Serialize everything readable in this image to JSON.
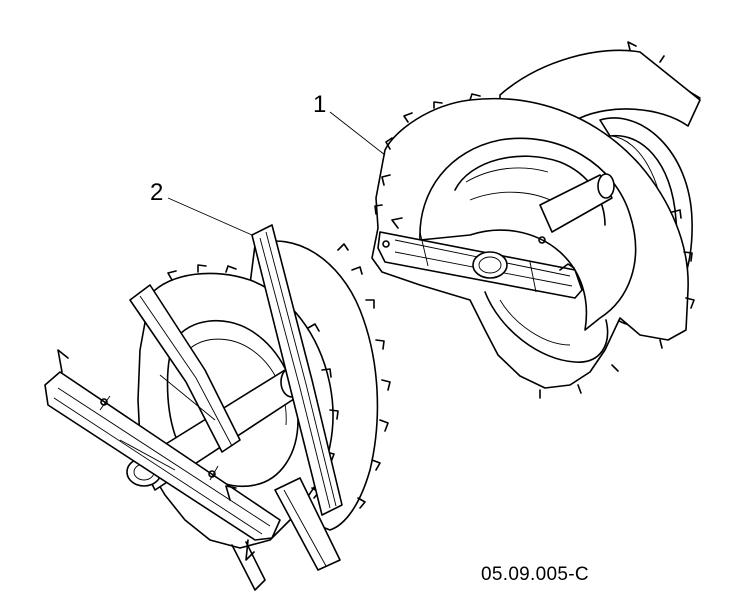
{
  "callouts": {
    "part_1": "1",
    "part_2": "2"
  },
  "drawing_code": "05.09.005-C",
  "colors": {
    "line": "#000000",
    "background": "#ffffff"
  }
}
